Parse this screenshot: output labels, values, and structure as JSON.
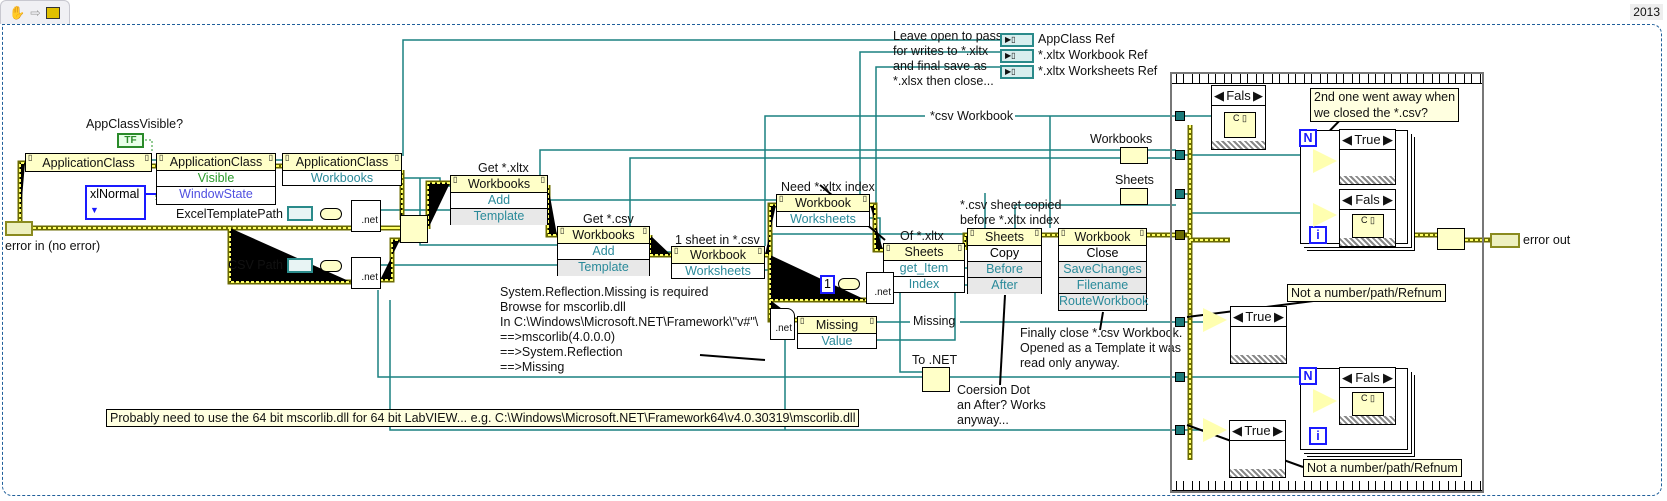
{
  "toolbar": {
    "icons": [
      "hand-icon",
      "arrow-right-icon",
      "vi-icon"
    ]
  },
  "version_label": "2013",
  "colors": {
    "reference_wire": "#1a8080",
    "error_wire": "#c8c800",
    "enum_blue": "#1a1aff",
    "node_header": "#ffffc8",
    "comment_bg": "#ffffe0"
  },
  "controls": {
    "appclass_visible": {
      "label": "AppClassVisible?",
      "value": "TF"
    },
    "window_state": {
      "value": "xlNormal"
    },
    "error_in": {
      "label": "error in (no error)"
    },
    "excel_template_path": {
      "label": "ExcelTemplatePath"
    },
    "csv_path": {
      "label": "CSV Path"
    },
    "index_constant": {
      "value": "1"
    },
    "error_out": {
      "label": "error out"
    }
  },
  "nodes": {
    "constructor": {
      "title": "ApplicationClass"
    },
    "app_props": {
      "title": "ApplicationClass",
      "rows": [
        "Visible",
        "WindowState"
      ]
    },
    "app_workbooks": {
      "title": "ApplicationClass",
      "rows": [
        "Workbooks"
      ]
    },
    "get_xltx": {
      "label": "Get *.xltx",
      "title": "Workbooks",
      "rows": [
        "Add",
        "Template"
      ]
    },
    "get_csv": {
      "label": "Get *.csv",
      "title": "Workbooks",
      "rows": [
        "Add",
        "Template"
      ]
    },
    "csv_sheet": {
      "label": "1 sheet in *.csv",
      "title": "Workbook",
      "rows": [
        "Worksheets"
      ]
    },
    "xltx_index": {
      "label": "Need *.xltx index",
      "title": "Workbook",
      "rows": [
        "Worksheets"
      ]
    },
    "of_xltx": {
      "label": "Of *.xltx",
      "title": "Sheets",
      "rows": [
        "get_Item",
        "Index"
      ]
    },
    "copy": {
      "label_lines": [
        "*.csv sheet copied",
        "before *.xltx index"
      ],
      "title": "Sheets",
      "rows": [
        "Copy",
        "Before",
        "After"
      ]
    },
    "close": {
      "title": "Workbook",
      "rows": [
        "Close",
        "SaveChanges",
        "Filename",
        "RouteWorkbook"
      ]
    },
    "missing": {
      "title": "Missing",
      "rows": [
        "Value"
      ]
    },
    "to_net": {
      "label": "To .NET"
    },
    "workbooks_array": {
      "label": "Workbooks"
    },
    "sheets_array": {
      "label": "Sheets"
    },
    "net_text": ".net"
  },
  "wire_labels": {
    "csv_workbook": "*csv Workbook",
    "missing": "Missing"
  },
  "indicators": [
    {
      "label": "AppClass Ref"
    },
    {
      "label": "*.xltx Workbook Ref"
    },
    {
      "label": "*.xltx Worksheets Ref"
    }
  ],
  "comments": {
    "leave_open": [
      "Leave open to pass",
      "for writes to *.xltx",
      "and final save as",
      "*.xlsx then close..."
    ],
    "reflection": [
      "System.Reflection.Missing is required",
      "Browse for mscorlib.dll",
      "In C:\\Windows\\Microsoft.NET\\Framework\\\"v#\"\\",
      "==>mscorlib(4.0.0.0)",
      "==>System.Reflection",
      "==>Missing"
    ],
    "coersion": [
      "Coersion Dot",
      "an After? Works",
      "anyway..."
    ],
    "finally_close": [
      "Finally close *.csv Workbook.",
      "Opened as a Template it was",
      "read only anyway."
    ],
    "bottom": "Probably need to use the 64 bit mscorlib.dll for 64 bit LabVIEW...  e.g. C:\\Windows\\Microsoft.NET\\Framework64\\v4.0.30319\\mscorlib.dll",
    "second_one": [
      "2nd one went away when",
      "we closed the *.csv?"
    ],
    "not_refnum_1": "Not a number/path/Refnum",
    "not_refnum_2": "Not a number/path/Refnum"
  },
  "case_structures": {
    "top": "Fals",
    "loop1_a": "True",
    "loop1_b": "Fals",
    "middle": "True",
    "loop2": "Fals",
    "bottom": "True"
  },
  "loops": {
    "count_terminal": "N",
    "iteration_terminal": "i"
  }
}
